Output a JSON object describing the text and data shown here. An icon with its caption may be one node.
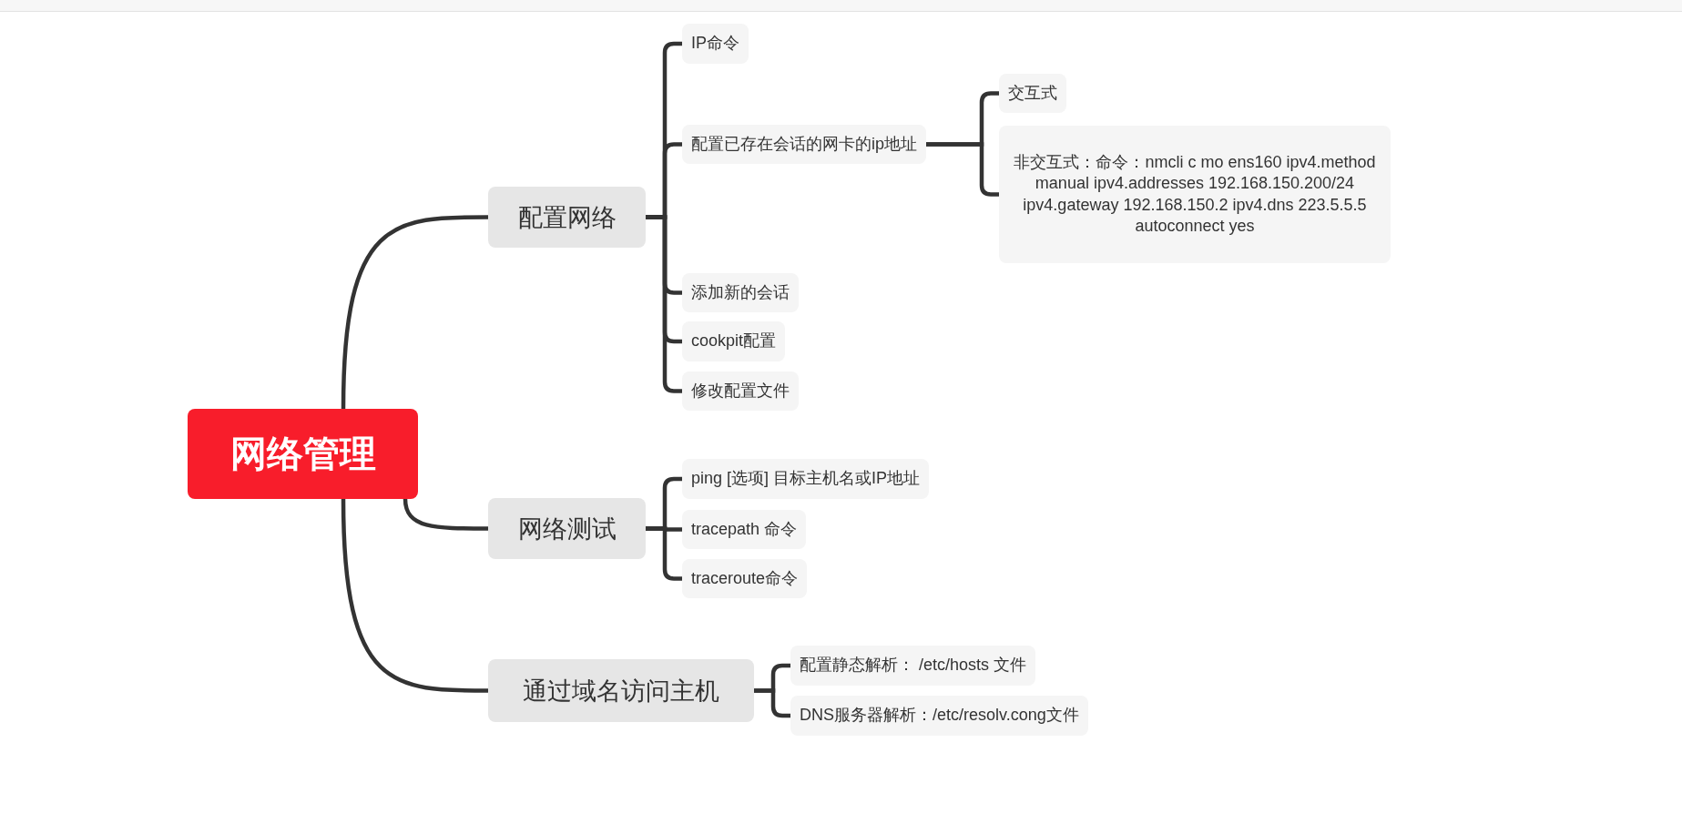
{
  "diagram": {
    "nodes": [
      {
        "text": [
          "网络管理"
        ]
      },
      {
        "text": [
          "配置网络"
        ]
      },
      {
        "text": [
          "IP命令"
        ]
      },
      {
        "text": [
          "配置已存在会话的网卡的ip地址"
        ]
      },
      {
        "text": [
          "交互式"
        ]
      },
      {
        "text": [
          "非交互式：命令：nmcli c mo ens160 ipv4.method manual ipv4.addresses 192.168.150.200/24 ipv4.gateway 192.168.150.2 ipv4.dns 223.5.5.5 autoconnect yes"
        ]
      },
      {
        "text": [
          "添加新的会话"
        ]
      },
      {
        "text": [
          "cookpit配置"
        ]
      },
      {
        "text": [
          "修改配置文件"
        ]
      },
      {
        "text": [
          "网络测试"
        ]
      },
      {
        "text": [
          "ping [选项] 目标主机名或IP地址"
        ]
      },
      {
        "text": [
          "tracepath 命令"
        ]
      },
      {
        "text": [
          "traceroute命令"
        ]
      },
      {
        "text": [
          "通过域名访问主机"
        ]
      },
      {
        "text": [
          "配置静态解析： /etc/hosts 文件"
        ]
      },
      {
        "text": [
          "DNS服务器解析：/etc/resolv.cong文件"
        ]
      }
    ],
    "edges": [
      {
        "from": 0,
        "to": 1,
        "arrow": "none"
      },
      {
        "from": 0,
        "to": 9,
        "arrow": "none"
      },
      {
        "from": 0,
        "to": 13,
        "arrow": "none"
      },
      {
        "from": 1,
        "to": 2,
        "arrow": "none"
      },
      {
        "from": 1,
        "to": 3,
        "arrow": "none"
      },
      {
        "from": 1,
        "to": 6,
        "arrow": "none"
      },
      {
        "from": 1,
        "to": 7,
        "arrow": "none"
      },
      {
        "from": 1,
        "to": 8,
        "arrow": "none"
      },
      {
        "from": 3,
        "to": 4,
        "arrow": "none"
      },
      {
        "from": 3,
        "to": 5,
        "arrow": "none"
      },
      {
        "from": 9,
        "to": 10,
        "arrow": "none"
      },
      {
        "from": 9,
        "to": 11,
        "arrow": "none"
      },
      {
        "from": 9,
        "to": 12,
        "arrow": "none"
      },
      {
        "from": 13,
        "to": 14,
        "arrow": "none"
      },
      {
        "from": 13,
        "to": 15,
        "arrow": "none"
      }
    ]
  }
}
